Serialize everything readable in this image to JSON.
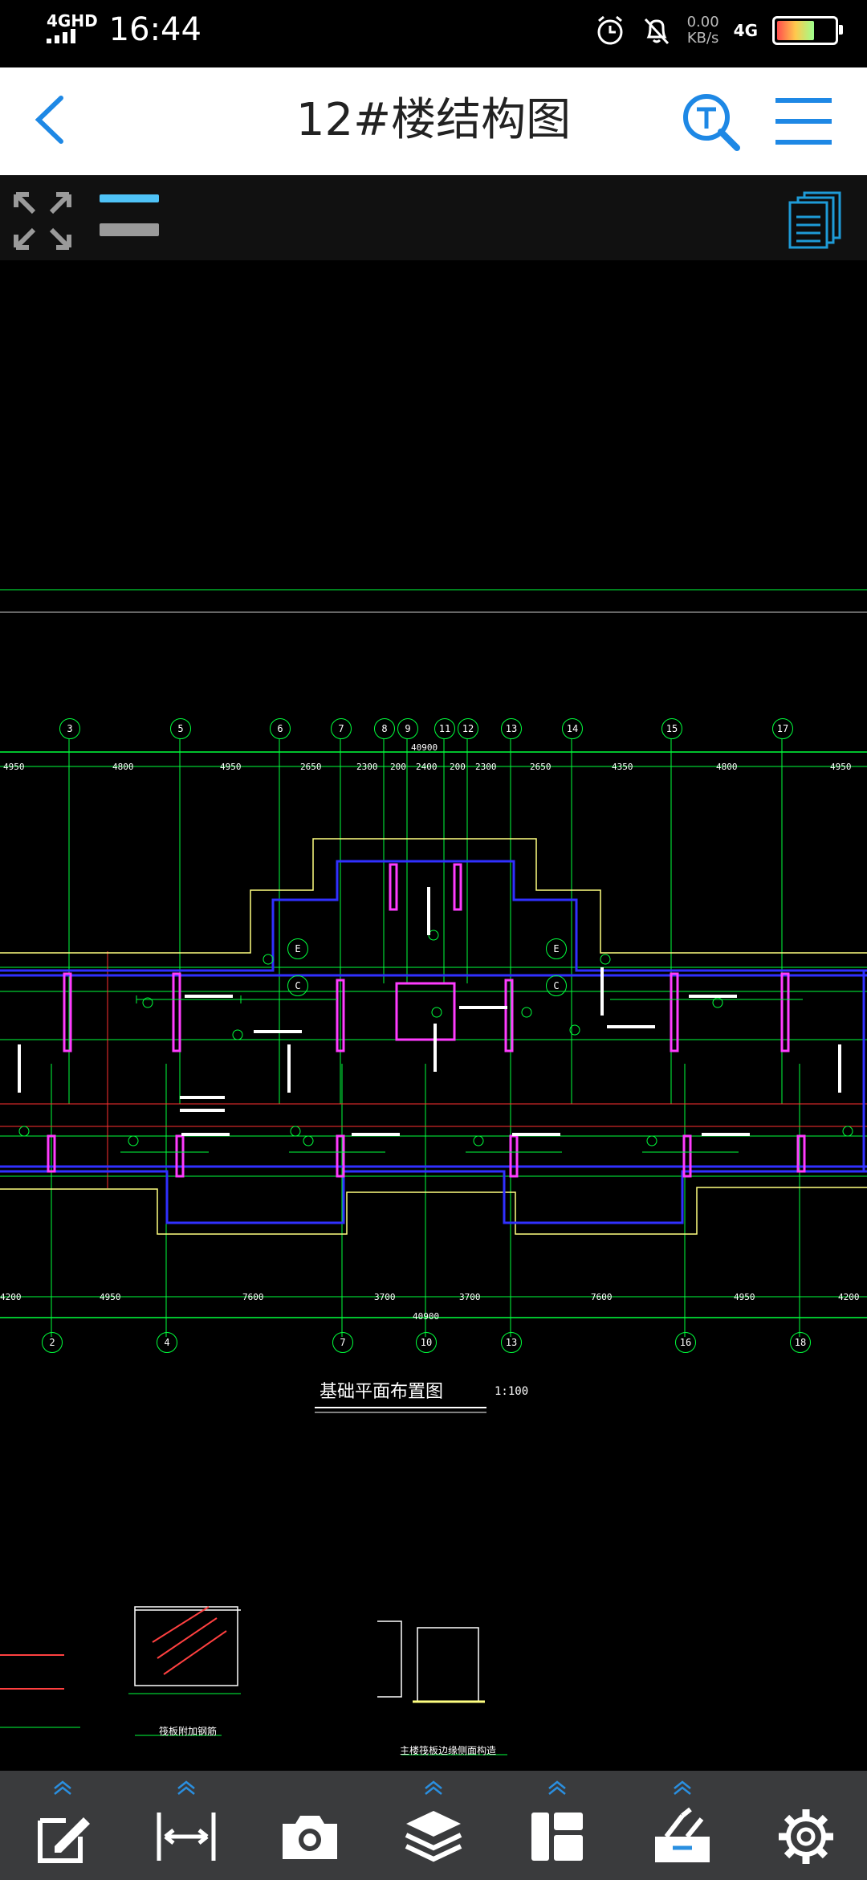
{
  "status_bar": {
    "network": "4GHD",
    "time": "16:44",
    "speed_value": "0.00",
    "speed_unit": "KB/s",
    "mobile": "4G"
  },
  "header": {
    "title": "12#楼结构图"
  },
  "drawing": {
    "top_axes": [
      "3",
      "5",
      "6",
      "7",
      "8",
      "9",
      "11",
      "12",
      "13",
      "14",
      "15",
      "17"
    ],
    "top_total": "40900",
    "top_dims": [
      "4950",
      "4800",
      "4950",
      "2650",
      "2300",
      "200",
      "2400",
      "200",
      "2300",
      "2650",
      "4350",
      "4800",
      "4950"
    ],
    "bottom_axes": [
      "2",
      "4",
      "7",
      "10",
      "13",
      "16",
      "18"
    ],
    "bottom_total": "40900",
    "bottom_dims": [
      "4200",
      "4950",
      "7600",
      "3700",
      "3700",
      "7600",
      "4950",
      "4200"
    ],
    "row_labels": [
      "E",
      "E",
      "C",
      "C"
    ],
    "plan_title": "基础平面布置图",
    "plan_scale": "1:100",
    "detail_1_title": "筏板附加钢筋",
    "detail_2_title": "主楼筏板边缘侧面构造"
  },
  "colors": {
    "grid_line": "#00ff3c",
    "wall_blue": "#3030ff",
    "column_magenta": "#ff3cff",
    "outline_yellow": "#ffff80",
    "accent_blue": "#1e88e5"
  }
}
